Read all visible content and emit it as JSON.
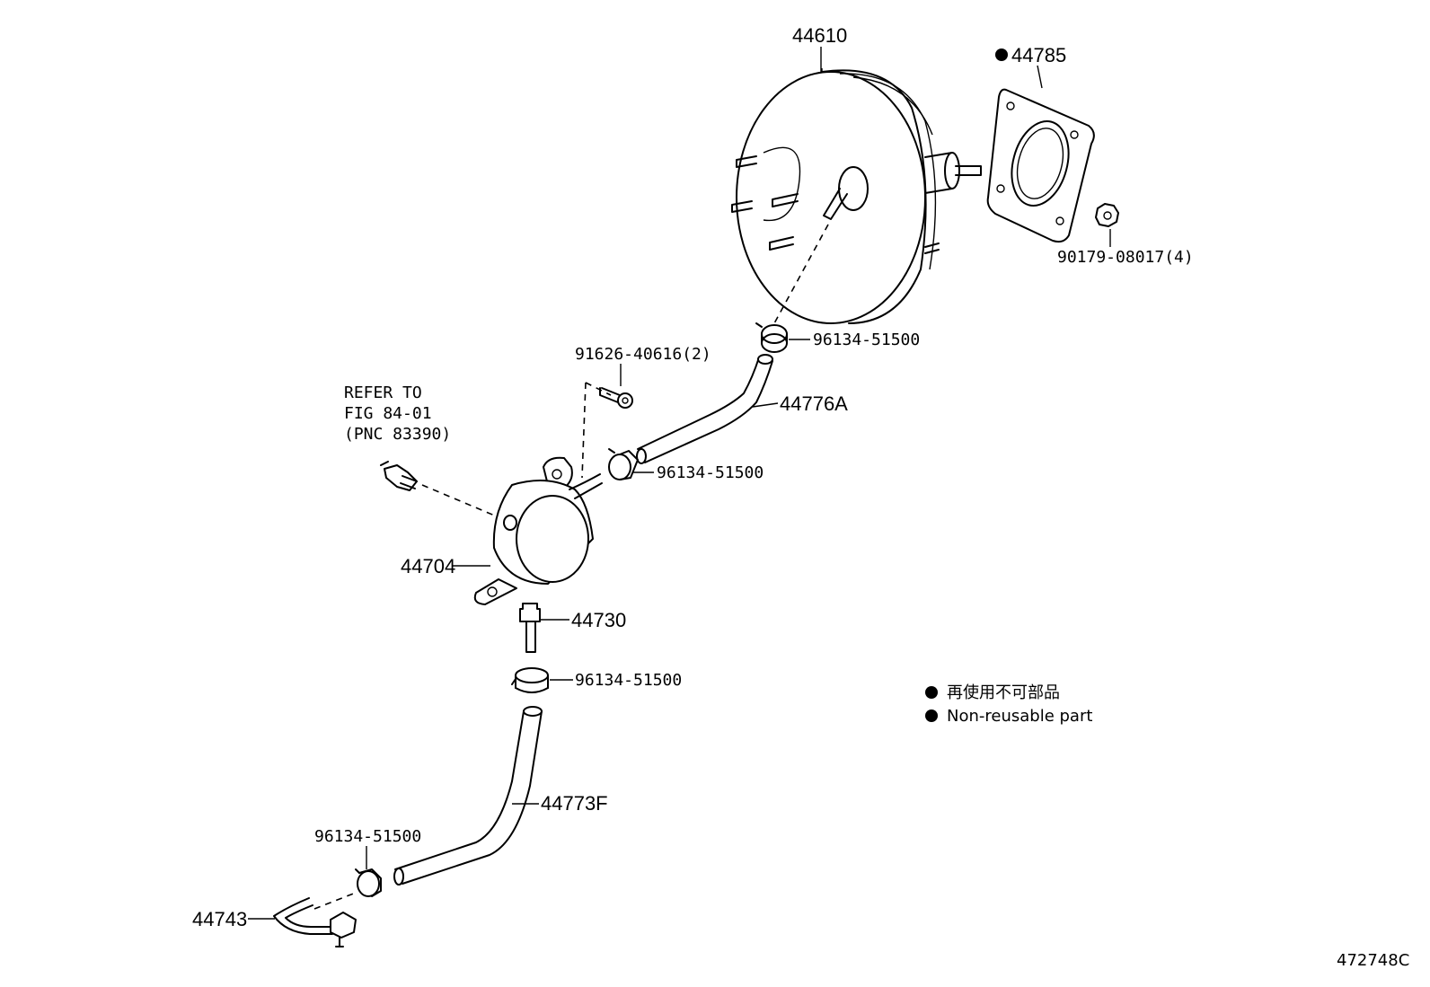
{
  "labels": {
    "p44610": "44610",
    "p44785": "44785",
    "p90179": "90179-08017(4)",
    "p96134_a": "96134-51500",
    "p91626": "91626-40616(2)",
    "p44776A": "44776A",
    "refer_line1": "REFER TO",
    "refer_line2": "FIG 84-01",
    "refer_line3": "(PNC 83390)",
    "p96134_b": "96134-51500",
    "p44704": "44704",
    "p44730": "44730",
    "p96134_c": "96134-51500",
    "p44773F": "44773F",
    "p96134_d": "96134-51500",
    "p44743": "44743"
  },
  "legend": {
    "jp": "再使用不可部品",
    "en": "Non-reusable part"
  },
  "figure_id": "472748C",
  "colors": {
    "ink": "#000000",
    "paper": "#ffffff"
  }
}
